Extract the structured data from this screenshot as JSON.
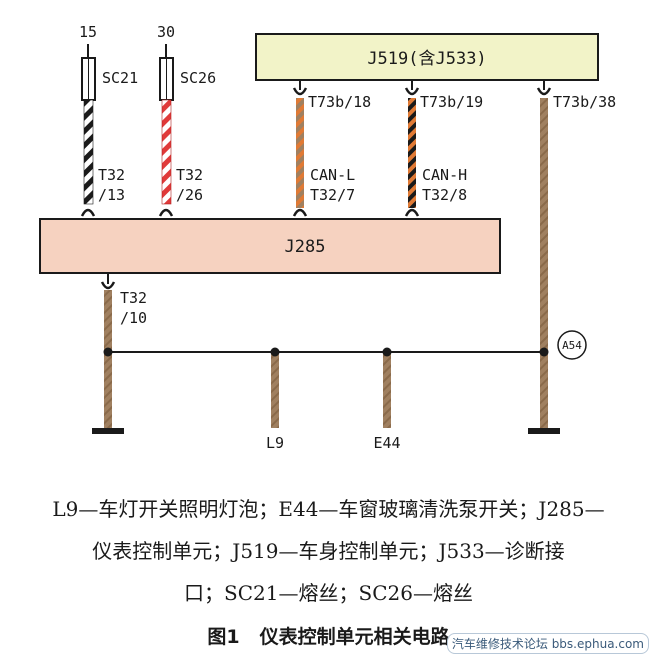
{
  "modules": {
    "j519": "J519(含J533)",
    "j285": "J285"
  },
  "supply": {
    "left": {
      "terminal": "15",
      "fuse": "SC21"
    },
    "right": {
      "terminal": "30",
      "fuse": "SC26"
    }
  },
  "pins": {
    "t32_13": [
      "T32",
      "/13"
    ],
    "t32_26": [
      "T32",
      "/26"
    ],
    "can_l": [
      "CAN-L",
      "T32/7"
    ],
    "can_h": [
      "CAN-H",
      "T32/8"
    ],
    "t73b_18": "T73b/18",
    "t73b_19": "T73b/19",
    "t73b_38": "T73b/38",
    "t32_10": [
      "T32",
      "/10"
    ]
  },
  "ground_point": "A54",
  "loads": {
    "l9": "L9",
    "e44": "E44"
  },
  "colors": {
    "module_fill_j519": "#f2f3c8",
    "module_fill_j285": "#f6d2c0",
    "wire_brown": "#a08060",
    "wire_orange": "#e07a35",
    "wire_red": "#e03a3a",
    "wire_black": "#1a1a1a"
  },
  "legend": {
    "line1": "L9—车灯开关照明灯泡；E44—车窗玻璃清洗泵开关；J285—",
    "line2": "仪表控制单元；J519—车身控制单元；J533—诊断接",
    "line3": "口；SC21—熔丝；SC26—熔丝"
  },
  "figure": {
    "number": "图1",
    "title": "仪表控制单元相关电路"
  },
  "watermark": "汽车维修技术论坛 bbs.ephua.com"
}
